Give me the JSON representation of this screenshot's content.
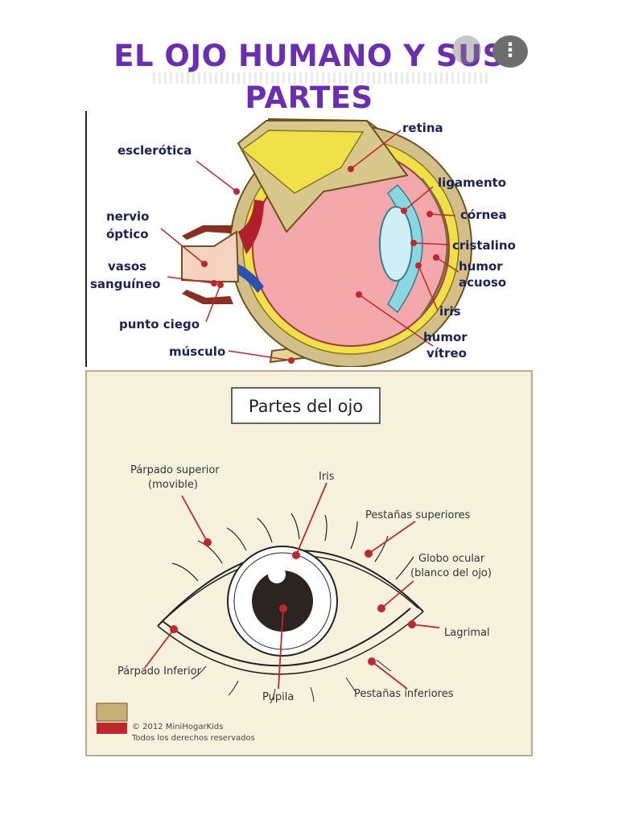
{
  "title": {
    "line1": "EL OJO HUMANO Y SUS",
    "line2": "PARTES"
  },
  "icons": {
    "lens": "image-search-icon",
    "menu": "more-vert-icon",
    "menu_glyph": "⋮"
  },
  "colors": {
    "title": "#6a2fb0",
    "label_text": "#1a2257",
    "pointer": "#c0272d"
  },
  "anatomy": {
    "labels": {
      "esclerotica": "esclerótica",
      "retina": "retina",
      "ligamento": "ligamento",
      "nervio_1": "nervio",
      "nervio_2": "óptico",
      "cornea": "córnea",
      "cristalino": "cristalino",
      "humor_acuoso_1": "humor",
      "humor_acuoso_2": "acuoso",
      "vasos_1": "vasos",
      "vasos_2": "sanguíneo",
      "iris": "iris",
      "punto_ciego": "punto ciego",
      "humor_vitreo_1": "humor",
      "humor_vitreo_2": "vítreo",
      "musculo": "músculo"
    }
  },
  "eye_parts": {
    "heading": "Partes del ojo",
    "labels": {
      "parpado_superior_1": "Párpado superior",
      "parpado_superior_2": "(movible)",
      "iris": "Iris",
      "pestanas_superiores": "Pestañas superiores",
      "globo_ocular_1": "Globo ocular",
      "globo_ocular_2": "(blanco del ojo)",
      "lagrimal": "Lagrimal",
      "parpado_inferior": "Párpado Inferior",
      "pupila": "Pupila",
      "pestanas_inferiores": "Pestañas inferiores"
    },
    "copyright": {
      "line1": "© 2012 MiniHogarKids",
      "line2": "Todos los derechos reservados"
    }
  }
}
